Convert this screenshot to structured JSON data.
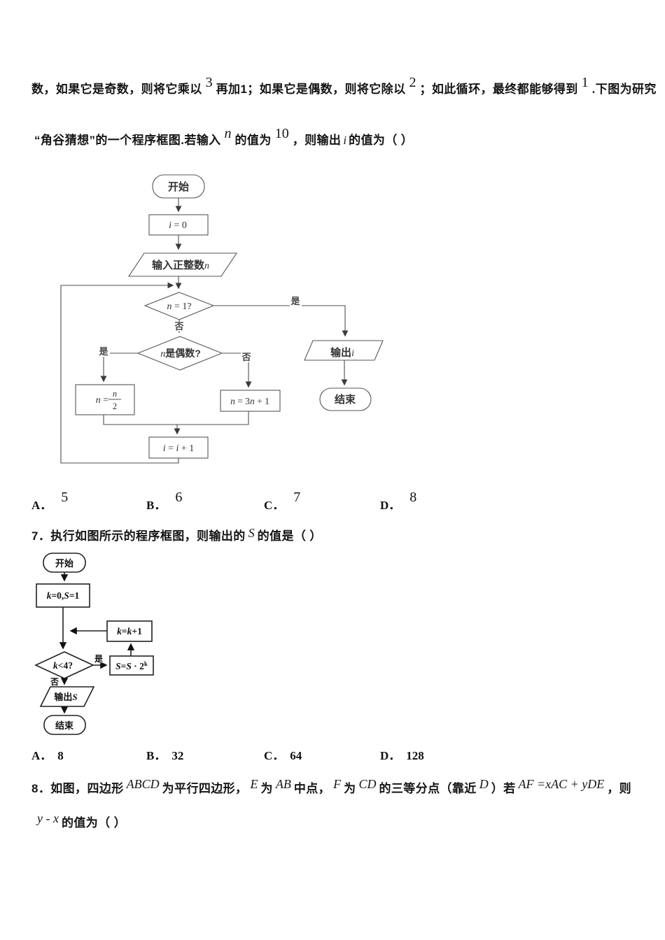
{
  "intro": {
    "line1": [
      "数，如果它是奇数，则将它乘以",
      "3",
      "再加1；如果它是偶数，则将它除以",
      "2",
      "；如此循环，最终都能够得到",
      "1",
      ".下图为研究"
    ],
    "line2": [
      "“角谷猜想”的一个程序框图.若输入",
      "n",
      "的值为",
      "10",
      "，则输出",
      "i",
      "的值为（  ）"
    ]
  },
  "q6": {
    "options": [
      {
        "label": "A．",
        "value": "5"
      },
      {
        "label": "B．",
        "value": "6"
      },
      {
        "label": "C．",
        "value": "7"
      },
      {
        "label": "D．",
        "value": "8"
      }
    ]
  },
  "q7": {
    "title": [
      "7．执行如图所示的程序框图，则输出的",
      "S",
      "的值是（  ）"
    ],
    "options": [
      {
        "label": "A．",
        "value": "8"
      },
      {
        "label": "B．",
        "value": "32"
      },
      {
        "label": "C．",
        "value": "64"
      },
      {
        "label": "D．",
        "value": "128"
      }
    ]
  },
  "q8": {
    "line1": [
      "8．如图，四边形",
      "ABCD",
      "为平行四边形，",
      "E",
      "为",
      "AB",
      "中点，",
      "F",
      "为",
      "CD",
      "的三等分点（靠近",
      "D",
      "）若",
      "AF =xAC + yDE",
      "，则"
    ],
    "line2": [
      "y - x",
      "的值为（  ）"
    ]
  },
  "fc1": {
    "start": "开始",
    "init_var": "i",
    "init_rest": " = 0",
    "input_label": "输入正整数",
    "input_var": "n",
    "cond1_var": "n",
    "cond1_rest": " = 1?",
    "yes": "是",
    "no": "否",
    "cond2_var": "n",
    "cond2_rest": "是偶数?",
    "even_var": "n",
    "even_eq": " =",
    "even_num": "n",
    "even_den": "2",
    "odd_a": "n",
    "odd_b": " = 3",
    "odd_c": "n",
    "odd_d": " + 1",
    "inc_a": "i",
    "inc_b": " = ",
    "inc_c": "i",
    "inc_d": " + 1",
    "output_label": "输出",
    "output_var": "i",
    "end": "结束"
  },
  "fc2": {
    "start": "开始",
    "init_a": "k",
    "init_b": "=0,",
    "init_c": "S",
    "init_d": "=1",
    "inc_a": "k",
    "inc_b": "=",
    "inc_c": "k",
    "inc_d": "+1",
    "cond_a": "k",
    "cond_b": "<4?",
    "yes": "是",
    "no": "否",
    "mul_a": "S",
    "mul_b": "=",
    "mul_c": "S",
    "mul_d": " · 2",
    "mul_sup": "k",
    "output_label": "输出",
    "output_var": "S",
    "end": "结束"
  },
  "colors": {
    "text": "#151515",
    "fc1_stroke": "#575757",
    "fc2_stroke": "#222222",
    "background": "#ffffff"
  }
}
